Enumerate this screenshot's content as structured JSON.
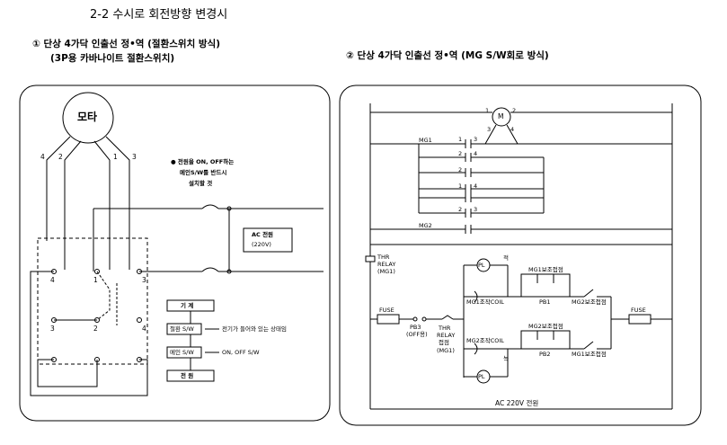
{
  "title": "2-2 수시로 회전방향 변경시",
  "left": {
    "heading1": "① 단상 4가닥 인출선 정•역 (절환스위치 방식)",
    "heading2": "(3P용 카바나이트 절환스위치)",
    "motor_label": "모타",
    "wire_labels": [
      "4",
      "2",
      "1",
      "3"
    ],
    "note_lines": [
      "● 전원을 ON, OFF하는",
      "메인S/W를 반드시",
      "설치할 것"
    ],
    "source_label": "AC 전원",
    "source_voltage": "(220V)",
    "switch_terminals": [
      "4",
      "1",
      "3",
      "3",
      "2",
      "4"
    ],
    "legend_title": "기 계",
    "legend_switch1": "절환 S/W",
    "legend_switch1_desc": "전기가 들어와 있는 상태임",
    "legend_switch2": "메인 S/W",
    "legend_switch2_desc": "ON, OFF S/W",
    "legend_footer": "전 원"
  },
  "right": {
    "heading": "② 단상 4가닥 인출선 정•역 (MG S/W회로 방식)",
    "motor_symbol": "M",
    "motor_terminals": [
      "1",
      "2",
      "3",
      "4"
    ],
    "mg1": "MG1",
    "mg2": "MG2",
    "contact_nums": [
      "1",
      "3",
      "2",
      "4",
      "2",
      "1",
      "4",
      "2",
      "3"
    ],
    "thr_relay": [
      "THR",
      "RELAY",
      "(MG1)"
    ],
    "fuse": "FUSE",
    "fuse2": "FUSE",
    "pb3": [
      "PB3",
      "(OFF용)"
    ],
    "thr_relay2": [
      "THR",
      "RELAY",
      "접점",
      "(MG1)"
    ],
    "pl": "PL",
    "pl2": "PL",
    "red": "적",
    "green": "녹",
    "mg1_coil": "MG1조작COIL",
    "mg2_coil": "MG2조작COIL",
    "mg1_aux": "MG1보조접점",
    "mg2_aux": "MG2보조접점",
    "mg2_aux_b": "MG2보조접점",
    "mg1_aux_b": "MG1보조접점",
    "pb1": "PB1",
    "pb2": "PB2",
    "ac_source": "AC 220V 전원"
  }
}
